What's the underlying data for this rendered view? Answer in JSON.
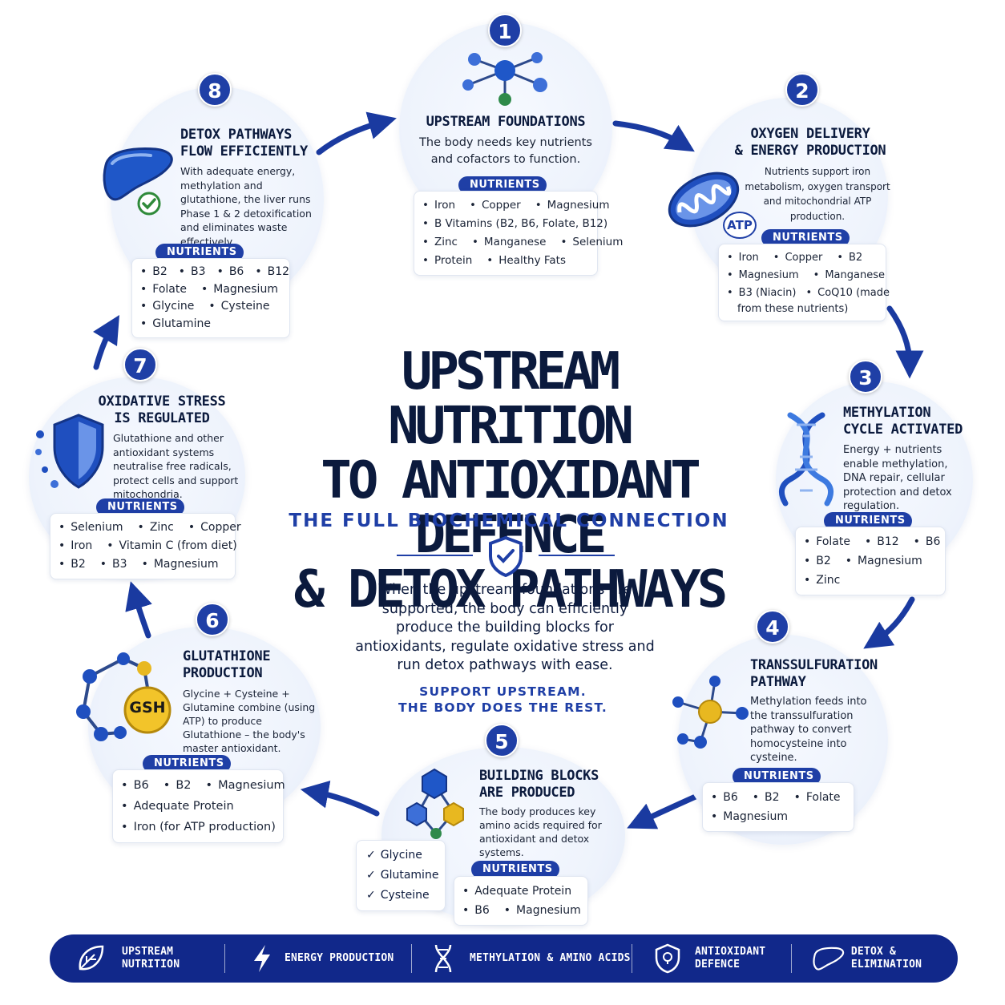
{
  "title": {
    "lines": [
      "UPSTREAM NUTRITION",
      "TO ANTIOXIDANT DEFENCE",
      "& DETOX PATHWAYS"
    ],
    "subtitle": "THE FULL BIOCHEMICAL CONNECTION"
  },
  "center": {
    "text": "When the upstream foundations are supported, the body can efficiently produce the building blocks for antioxidants, regulate oxidative stress and run detox pathways with ease.",
    "support_lines": [
      "SUPPORT UPSTREAM.",
      "THE BODY DOES THE REST."
    ]
  },
  "nutrients_label": "NUTRIENTS",
  "colors": {
    "primary": "#1f3fa6",
    "dark": "#0b1a3d",
    "bar": "#11288a",
    "bg": "#ffffff"
  },
  "steps": [
    {
      "number": "1",
      "icon": "molecule-icon",
      "title_lines": [
        "UPSTREAM FOUNDATIONS"
      ],
      "description": "The body needs key nutrients and cofactors to function.",
      "nutrient_rows": [
        [
          "Iron",
          "Copper",
          "Magnesium"
        ],
        [
          "B Vitamins (B2, B6, Folate, B12)"
        ],
        [
          "Zinc",
          "Manganese",
          "Selenium"
        ],
        [
          "Protein",
          "Healthy Fats"
        ]
      ]
    },
    {
      "number": "2",
      "icon": "mitochondria-icon",
      "icon_label": "ATP",
      "title_lines": [
        "OXYGEN DELIVERY",
        "& ENERGY PRODUCTION"
      ],
      "description": "Nutrients support iron metabolism, oxygen transport and mitochondrial ATP production.",
      "nutrient_rows": [
        [
          "Iron",
          "Copper",
          "B2"
        ],
        [
          "Magnesium",
          "Manganese"
        ],
        [
          "B3 (Niacin)",
          "CoQ10 (made"
        ]
      ],
      "nutrient_extra": "from these nutrients)"
    },
    {
      "number": "3",
      "icon": "dna-icon",
      "title_lines": [
        "METHYLATION",
        "CYCLE ACTIVATED"
      ],
      "description": "Energy + nutrients enable methylation, DNA repair, cellular protection and detox regulation.",
      "nutrient_rows": [
        [
          "Folate",
          "B12",
          "B6"
        ],
        [
          "B2",
          "Magnesium"
        ],
        [
          "Zinc"
        ]
      ]
    },
    {
      "number": "4",
      "icon": "molecule-icon",
      "title_lines": [
        "TRANSSULFURATION",
        "PATHWAY"
      ],
      "description": "Methylation feeds into the transsulfuration pathway to convert homocysteine into cysteine.",
      "nutrient_rows": [
        [
          "B6",
          "B2",
          "Folate"
        ],
        [
          "Magnesium"
        ]
      ]
    },
    {
      "number": "5",
      "icon": "hexagon-molecule-icon",
      "title_lines": [
        "BUILDING BLOCKS",
        "ARE PRODUCED"
      ],
      "description": "The body produces key amino acids required for antioxidant and detox systems.",
      "checks": [
        "Glycine",
        "Glutamine",
        "Cysteine"
      ],
      "nutrient_rows": [
        [
          "Adequate Protein"
        ],
        [
          "B6",
          "Magnesium"
        ]
      ]
    },
    {
      "number": "6",
      "icon": "gsh-molecule-icon",
      "icon_label": "GSH",
      "title_lines": [
        "GLUTATHIONE",
        "PRODUCTION"
      ],
      "description": "Glycine + Cysteine + Glutamine combine (using ATP) to produce Glutathione – the body's master antioxidant.",
      "nutrient_rows": [
        [
          "B6",
          "B2",
          "Magnesium"
        ],
        [
          "Adequate Protein"
        ],
        [
          "Iron (for ATP production)"
        ]
      ]
    },
    {
      "number": "7",
      "icon": "shield-icon",
      "title_lines": [
        "OXIDATIVE STRESS",
        "IS REGULATED"
      ],
      "description": "Glutathione and other antioxidant systems neutralise free radicals, protect cells and support mitochondria.",
      "nutrient_rows": [
        [
          "Selenium",
          "Zinc",
          "Copper"
        ],
        [
          "Iron",
          "Vitamin C (from diet)"
        ],
        [
          "B2",
          "B3",
          "Magnesium"
        ]
      ]
    },
    {
      "number": "8",
      "icon": "liver-icon",
      "title_lines": [
        "DETOX PATHWAYS",
        "FLOW EFFICIENTLY"
      ],
      "description": "With adequate energy, methylation and glutathione, the liver runs Phase 1 & 2 detoxification and eliminates waste effectively.",
      "nutrient_rows": [
        [
          "B2",
          "B3",
          "B6",
          "B12"
        ],
        [
          "Folate",
          "Magnesium"
        ],
        [
          "Glycine",
          "Cysteine"
        ],
        [
          "Glutamine"
        ]
      ]
    }
  ],
  "footer": [
    {
      "icon": "leaf-icon",
      "label_lines": [
        "UPSTREAM",
        "NUTRITION"
      ]
    },
    {
      "icon": "lightning-icon",
      "label_lines": [
        "ENERGY PRODUCTION"
      ]
    },
    {
      "icon": "dna-icon",
      "label_lines": [
        "METHYLATION & AMINO ACIDS"
      ]
    },
    {
      "icon": "shield-icon",
      "label_lines": [
        "ANTIOXIDANT",
        "DEFENCE"
      ]
    },
    {
      "icon": "liver-icon",
      "label_lines": [
        "DETOX & ELIMINATION"
      ]
    }
  ]
}
